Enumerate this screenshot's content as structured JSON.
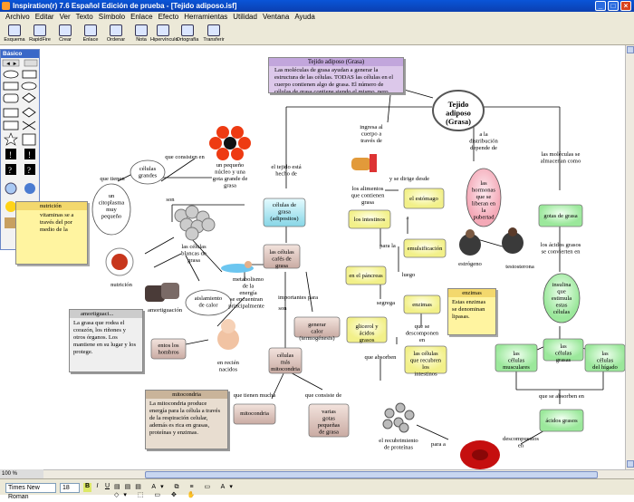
{
  "window": {
    "title": "Inspiration(r) 7.6 Español Edición de prueba - [Tejido adiposo.isf]"
  },
  "menu": [
    "Archivo",
    "Editar",
    "Ver",
    "Texto",
    "Símbolo",
    "Enlace",
    "Efecto",
    "Herramientas",
    "Utilidad",
    "Ventana",
    "Ayuda"
  ],
  "toolbar": [
    "Esquema",
    "RapidFire",
    "Crear",
    "Enlace",
    "Ordenar",
    "Nota",
    "Hipervínculo",
    "Ortografía",
    "Transferir"
  ],
  "palette": {
    "title": "Básico"
  },
  "zoom": "100 %",
  "status": {
    "font": "Times New Roman",
    "size": "18"
  },
  "notes": {
    "tejido": {
      "title": "Tejido adiposo (Grasa)",
      "text": "Las moléculas de grasa ayudan a generar la estructura de las células. TODAS las células en el cuerpo contienen algo de grasa. El número de células de grasa contiene siendo el mismo, pero"
    },
    "nutricion": {
      "title": "nutrición",
      "text": "vitaminas se a través del por medio de la"
    },
    "amortiguacion": {
      "title": "amortiguaci...",
      "text": "La grasa que rodea el corazón, los riñones y otros órganos. Los mantiene en su lugar y los protege."
    },
    "mitocondria": {
      "title": "mitocondria",
      "text": "La mitocondria produce energía para la célula a través de la respiración celular, además es rica en grasas, proteínas y enzimas."
    },
    "enzimas": {
      "title": "enzimas",
      "text": "Estas enzimas se denominan lipasas."
    }
  },
  "nodes": {
    "main": "Tejido adiposo (Grasa)",
    "celulas_grasa": "células de grasa (adipositos)",
    "celulas_cafe": "las células cafés de grasa",
    "celulas_grandes": "células grandes",
    "citoplasma": "un citoplasma muy pequeño",
    "nucleo": "un pequeño núcleo y una gota grande de grasa",
    "blancas": "las células blancas de grasa",
    "nutricion": "nutrición",
    "amortiguacion": "amortiguación",
    "aislamiento": "aislamiento de calor",
    "metabolismo": "metabolismo de la energía",
    "hombros": "entos los hombros",
    "recien": "en recién nacidos",
    "calor": "generar calor (termogénesis)",
    "muchas": "células más mitocondria",
    "mitocondria": "mitocondria",
    "gotas": "varias gotas pequeñas de grasa",
    "alimentos": "los alimentos que contienen grasa",
    "estomago": "el estómago",
    "intestinos": "los intestinos",
    "emulsificacion": "emulsificación",
    "pancreas": "en el páncreas",
    "enzimas": "enzimas",
    "glicerol": "glicerol y ácidos grasos",
    "recubren": "las células que recubren los intestinos",
    "hormonas": "las hormonas que se liberan en la pubertad",
    "estrogeno": "estrógeno",
    "testosterona": "testosterona",
    "gotas_grasa": "gotas de grasa",
    "insulina": "insulina que estimula estas células",
    "musculares": "las células musculares",
    "grasas": "las células grasas",
    "higado": "las células del hígado",
    "acidos": "ácidos grasos",
    "proteinas": "el recubrimiento de proteínas"
  },
  "links": {
    "consisten_en": "que consisten en",
    "que_tienen": "que tienen",
    "son": "son",
    "esta_hecho": "el tejido está hecho de",
    "ingresa": "ingresa al cuerpo a través de",
    "distribucion": "a la distribución depende de",
    "almacenan": "las moléculas se almacenan como",
    "dirige": "y se dirige desde",
    "a": "a",
    "para_la": "para la",
    "luego": "luego",
    "segrega": "segrega",
    "descomponen": "que se descomponen en",
    "absorben": "que absorben",
    "principalmente": "se encuentran principalmente",
    "importantes": "importantes para",
    "son2": "son",
    "tienen_mucha": "que tienen mucha",
    "consiste": "que consiste de",
    "convierten": "los ácidos grasos se convierten en",
    "absorben_en": "que se absorben en",
    "descompuestos": "descompuestos en",
    "para": "para a"
  }
}
